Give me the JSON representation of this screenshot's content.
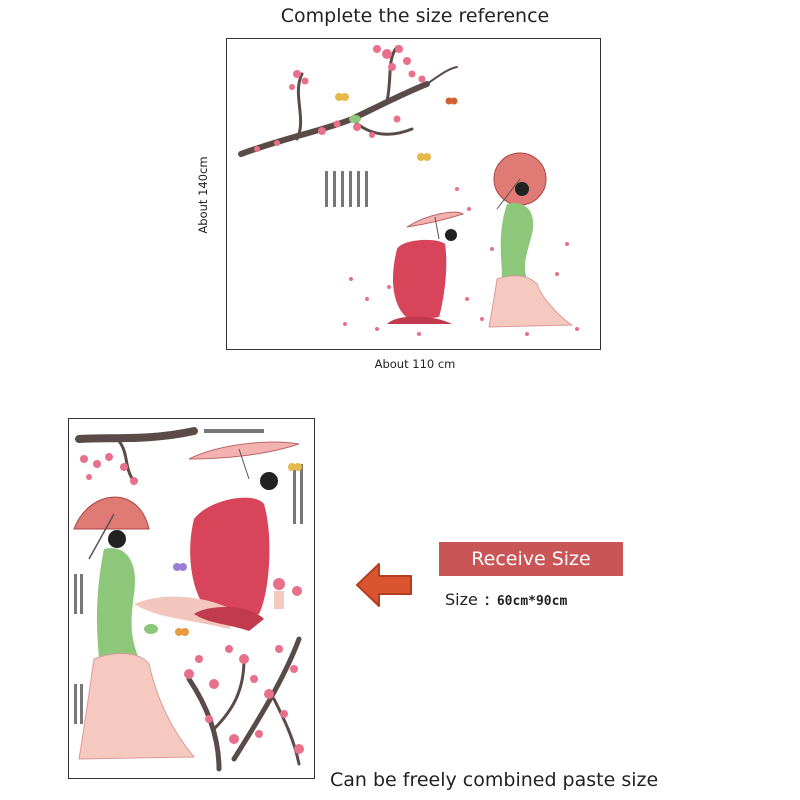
{
  "header": {
    "title": "Complete the size reference"
  },
  "reference": {
    "width_label": "About 110 cm",
    "height_label": "About 140cm"
  },
  "receive": {
    "button_label": "Receive Size",
    "size_label": "Size",
    "size_value": "：60cm*90cm"
  },
  "footer": {
    "caption": "Can be freely combined paste size"
  },
  "colors": {
    "accent": "#c95557",
    "blossom": "#e8708a",
    "branch": "#5a4a48",
    "robe_red": "#d8455a",
    "robe_green": "#8cc77a",
    "robe_pink": "#f6c9c0"
  },
  "icons": [
    "left-arrow-icon",
    "cherry-blossom-branch",
    "geisha-figure-with-umbrella",
    "butterfly-icon",
    "bird-icon"
  ]
}
